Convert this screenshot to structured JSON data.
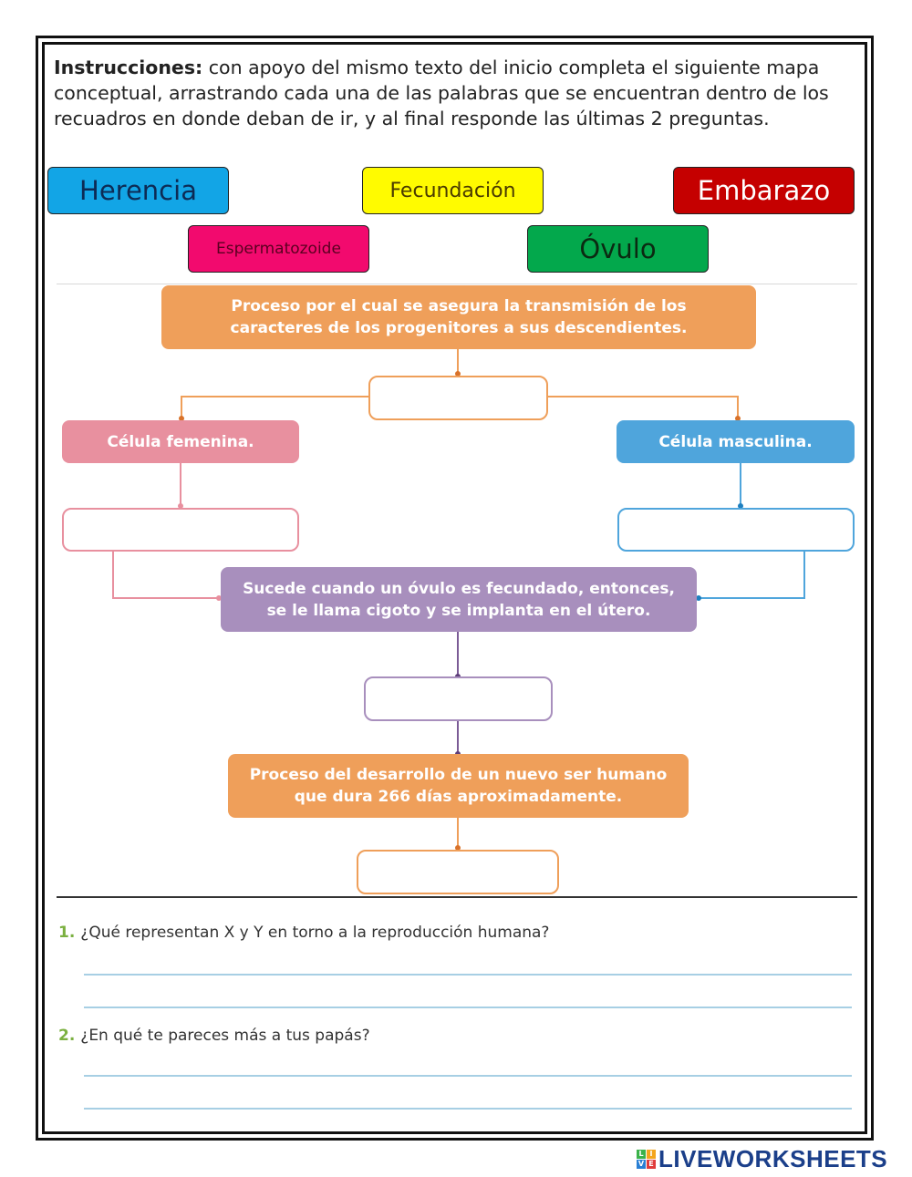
{
  "instructions": {
    "label": "Instrucciones:",
    "text": " con apoyo del mismo texto del inicio completa el siguiente mapa conceptual, arrastrando cada una de las palabras que se encuentran dentro de los recuadros en donde deban de ir, y al final responde las últimas 2 preguntas."
  },
  "word_bank": [
    {
      "label": "Herencia",
      "color": "#12a5e6"
    },
    {
      "label": "Fecundación",
      "color": "#fffb00"
    },
    {
      "label": "Embarazo",
      "color": "#c50000"
    },
    {
      "label": "Espermatozoide",
      "color": "#f20a6e"
    },
    {
      "label": "Óvulo",
      "color": "#03a84c"
    }
  ],
  "concept_map": {
    "herencia_def": "Proceso por el cual se asegura la transmisión de los caracteres de los progenitores a sus descendientes.",
    "femenina": "Célula femenina.",
    "masculina": "Célula masculina.",
    "fecundacion_def": "Sucede cuando un óvulo es fecundado, entonces, se le llama cigoto y se implanta en el útero.",
    "embarazo_def": "Proceso del desarrollo de un nuevo ser humano que dura 266 días aproximadamente."
  },
  "questions": [
    {
      "number": "1.",
      "text": "¿Qué representan X y Y en torno a la reproducción humana?"
    },
    {
      "number": "2.",
      "text": "¿En qué te pareces más a tus papás?"
    }
  ],
  "footer": {
    "brand": "LIVEWORKSHEETS",
    "mark_letters": [
      "L",
      "I",
      "V",
      "E"
    ]
  }
}
